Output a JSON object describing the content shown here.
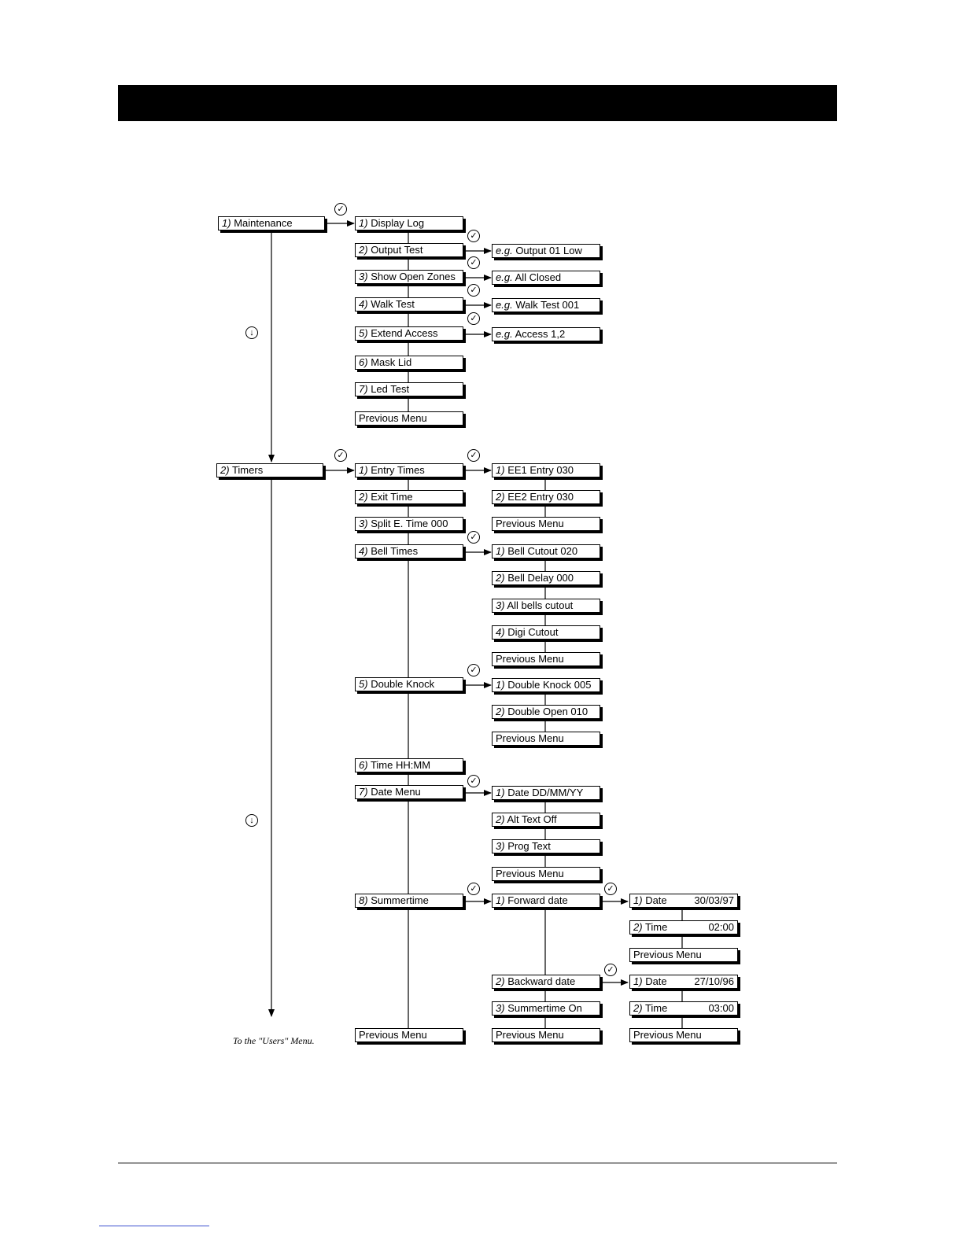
{
  "diagram": {
    "note": "To the \"Users\" Menu.",
    "check_icon": "✓",
    "down_icon": "↓",
    "maintenance": {
      "label": {
        "num": "1)",
        "text": "Maintenance"
      },
      "items": [
        {
          "num": "1)",
          "text": "Display Log"
        },
        {
          "num": "2)",
          "text": "Output Test"
        },
        {
          "num": "3)",
          "text": "Show Open Zones"
        },
        {
          "num": "4)",
          "text": "Walk Test"
        },
        {
          "num": "5)",
          "text": "Extend Access"
        },
        {
          "num": "6)",
          "text": "Mask Lid"
        },
        {
          "num": "7)",
          "text": "Led Test"
        },
        {
          "num": "",
          "text": "Previous Menu"
        }
      ],
      "examples": [
        {
          "eg": "e.g.",
          "text": "Output 01 Low"
        },
        {
          "eg": "e.g.",
          "text": "All Closed"
        },
        {
          "eg": "e.g.",
          "text": "Walk Test 001"
        },
        {
          "eg": "e.g.",
          "text": "Access 1,2"
        }
      ]
    },
    "timers": {
      "label": {
        "num": "2)",
        "text": "Timers"
      },
      "items": [
        {
          "num": "1)",
          "text": "Entry Times"
        },
        {
          "num": "2)",
          "text": "Exit Time"
        },
        {
          "num": "3)",
          "text": "Split E. Time 000"
        },
        {
          "num": "4)",
          "text": "Bell Times"
        },
        {
          "num": "5)",
          "text": "Double Knock"
        },
        {
          "num": "6)",
          "text": "Time  HH:MM"
        },
        {
          "num": "7)",
          "text": "Date Menu"
        },
        {
          "num": "8)",
          "text": "Summertime"
        },
        {
          "num": "",
          "text": "Previous Menu"
        }
      ],
      "entry_times": [
        {
          "num": "1)",
          "text": "EE1 Entry 030"
        },
        {
          "num": "2)",
          "text": "EE2 Entry 030"
        },
        {
          "num": "",
          "text": "Previous Menu"
        }
      ],
      "bell_times": [
        {
          "num": "1)",
          "text": "Bell Cutout 020"
        },
        {
          "num": "2)",
          "text": "Bell Delay 000"
        },
        {
          "num": "3)",
          "text": "All bells cutout"
        },
        {
          "num": "4)",
          "text": "Digi Cutout"
        },
        {
          "num": "",
          "text": "Previous Menu"
        }
      ],
      "double_knock": [
        {
          "num": "1)",
          "text": "Double Knock 005"
        },
        {
          "num": "2)",
          "text": "Double Open 010"
        },
        {
          "num": "",
          "text": "Previous Menu"
        }
      ],
      "date_menu": [
        {
          "num": "1)",
          "text": "Date DD/MM/YY"
        },
        {
          "num": "2)",
          "text": "Alt Text Off"
        },
        {
          "num": "3)",
          "text": "Prog Text"
        },
        {
          "num": "",
          "text": "Previous Menu"
        }
      ],
      "summertime": [
        {
          "num": "1)",
          "text": "Forward date"
        },
        {
          "num": "2)",
          "text": "Backward date"
        },
        {
          "num": "3)",
          "text": "Summertime On"
        },
        {
          "num": "",
          "text": "Previous Menu"
        }
      ],
      "forward_date": [
        {
          "num": "1)",
          "text": "Date",
          "value": "30/03/97"
        },
        {
          "num": "2)",
          "text": "Time",
          "value": "02:00"
        },
        {
          "num": "",
          "text": "Previous Menu",
          "value": ""
        }
      ],
      "backward_date": [
        {
          "num": "1)",
          "text": "Date",
          "value": "27/10/96"
        },
        {
          "num": "2)",
          "text": "Time",
          "value": "03:00"
        },
        {
          "num": "",
          "text": "Previous Menu",
          "value": ""
        }
      ]
    }
  }
}
